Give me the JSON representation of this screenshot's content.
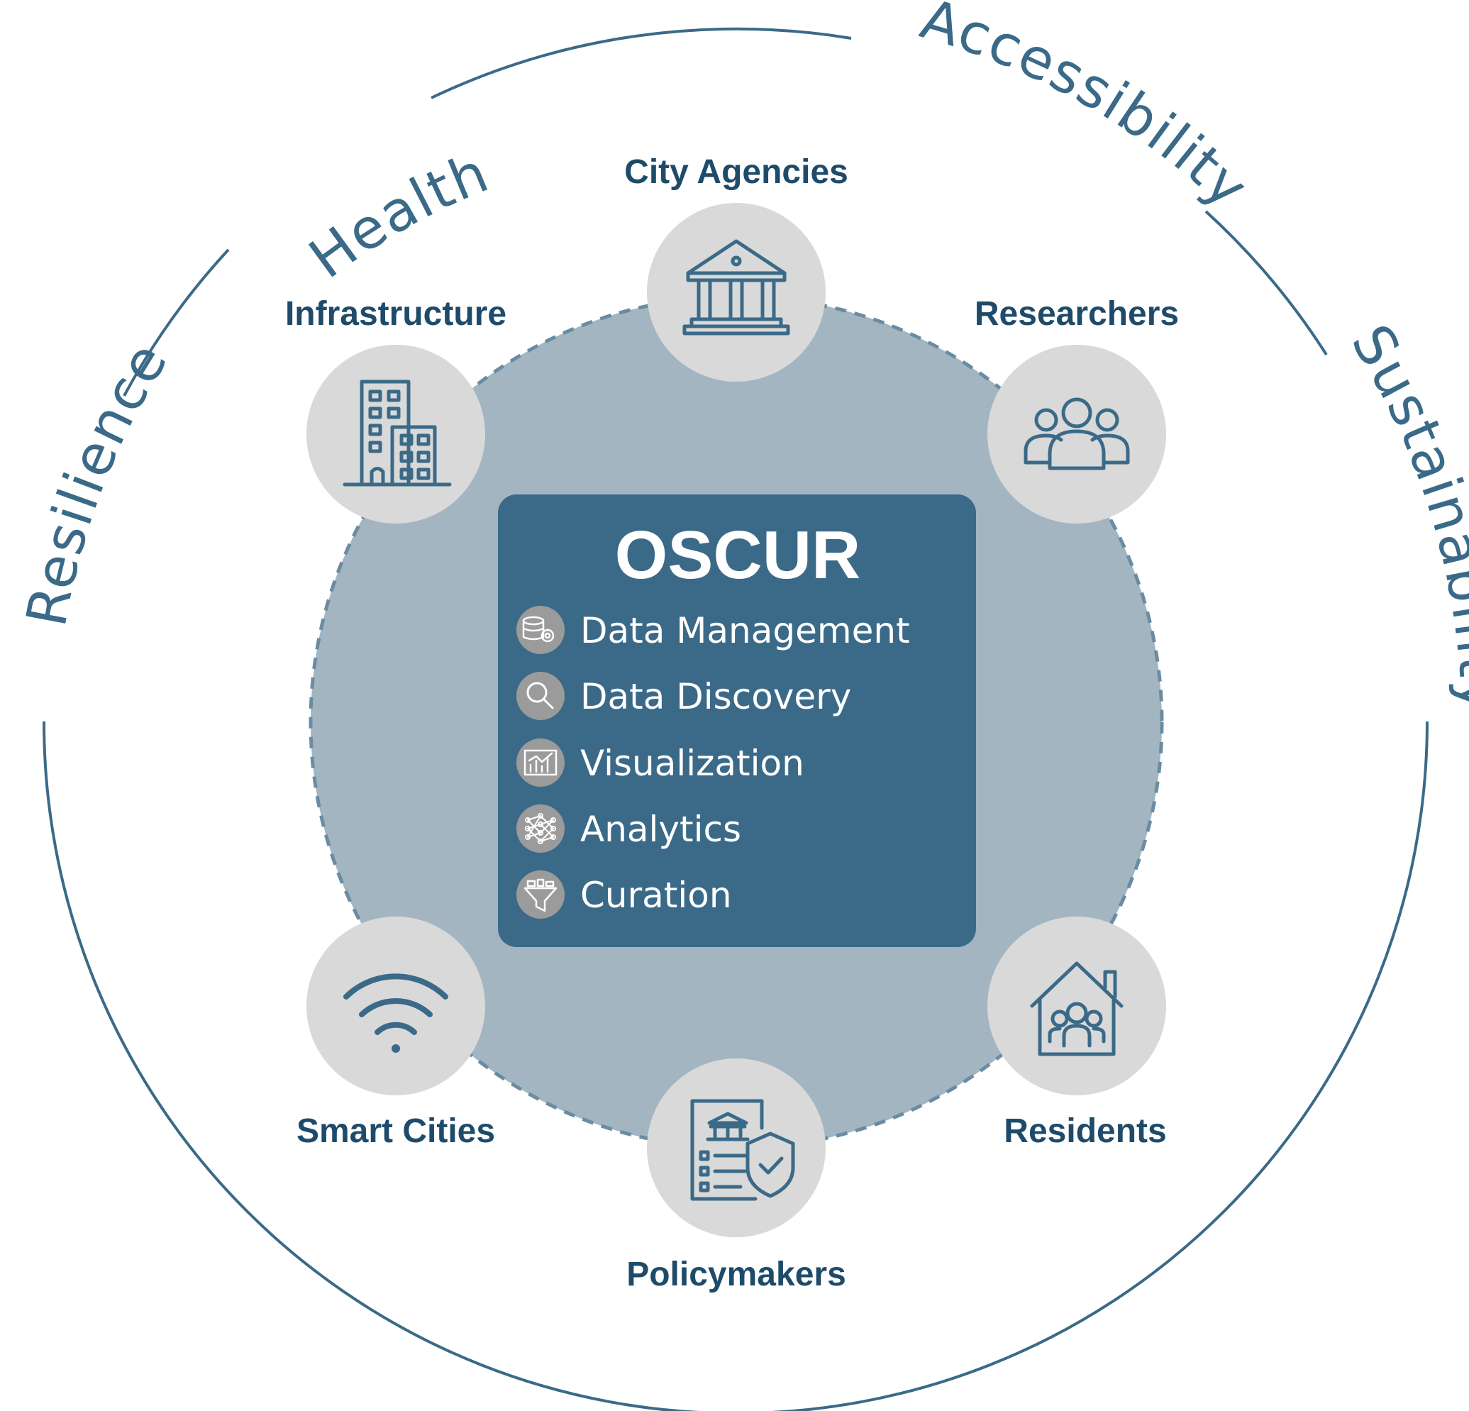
{
  "ring": {
    "labels": {
      "health": "Health",
      "accessibility": "Accessibility",
      "resilience": "Resilience",
      "sustainability": "Sustainability"
    }
  },
  "center": {
    "title": "OSCUR",
    "features": [
      {
        "label": "Data Management",
        "icon": "database-gear-icon"
      },
      {
        "label": "Data Discovery",
        "icon": "magnifier-icon"
      },
      {
        "label": "Visualization",
        "icon": "chart-icon"
      },
      {
        "label": "Analytics",
        "icon": "neural-network-icon"
      },
      {
        "label": "Curation",
        "icon": "funnel-icon"
      }
    ]
  },
  "stakeholders": {
    "city_agencies": {
      "label": "City Agencies",
      "icon": "government-building-icon"
    },
    "researchers": {
      "label": "Researchers",
      "icon": "people-group-icon"
    },
    "infrastructure": {
      "label": "Infrastructure",
      "icon": "office-buildings-icon"
    },
    "smart_cities": {
      "label": "Smart Cities",
      "icon": "wifi-icon"
    },
    "residents": {
      "label": "Residents",
      "icon": "home-family-icon"
    },
    "policymakers": {
      "label": "Policymakers",
      "icon": "policy-document-icon"
    }
  },
  "colors": {
    "primary": "#3b6a88",
    "label_text": "#1f4b6a",
    "inner_disc": "#a2b5c1",
    "node_circle": "#d9d9d9",
    "feature_icon_bg": "#9b9b9b"
  }
}
